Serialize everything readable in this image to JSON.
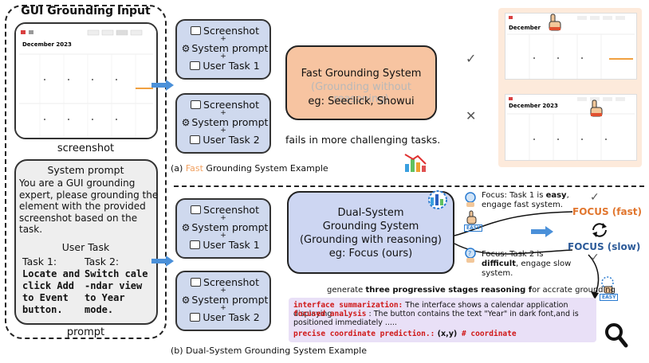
{
  "left_panel": {
    "title": "GUI Grounding Input",
    "screenshot_caption": "screenshot",
    "prompt_caption": "prompt",
    "system_prompt_title": "System prompt",
    "system_prompt_text": "You are a GUI grounding expert, please grounding the element with the provided screenshot based on the task.",
    "user_task_title": "User Task",
    "task1_header": "Task 1:",
    "task1_body": "Locate and click Add to Event button.",
    "task2_header": "Task 2:",
    "task2_body": "Switch cale -ndar view to Year mode.",
    "mini_calendar_title": "December 2023"
  },
  "input_cards": [
    {
      "line1": "Screenshot",
      "line2": "System prompt",
      "line3": "User Task 1"
    },
    {
      "line1": "Screenshot",
      "line2": "System prompt",
      "line3": "User Task 2"
    },
    {
      "line1": "Screenshot",
      "line2": "System prompt",
      "line3": "User Task 1"
    },
    {
      "line1": "Screenshot",
      "line2": "System prompt",
      "line3": "User Task 2"
    }
  ],
  "plus": "+",
  "fast": {
    "title": "Fast Grounding System",
    "subtitle": "(Grounding without reasoning)",
    "example": "eg: Seeclick, Showui",
    "fails": "fails in more challenging tasks.",
    "caption_prefix": "(a) ",
    "caption_highlight": "Fast",
    "caption_rest": " Grounding System Example",
    "check": "✓",
    "cross": "✕"
  },
  "dual": {
    "line1": "Dual-System",
    "line2": "Grounding System",
    "line3": "(Grounding with reasoning)",
    "line4": "eg: Focus (ours)",
    "caption": "(b) Dual-System Grounding System Example",
    "focus_fast": "FOCUS (fast)",
    "focus_slow": "FOCUS (slow)",
    "easy_badge": "EASY",
    "note1_prefix": "Focus: Task 1 is ",
    "note1_bold": "easy",
    "note1_rest": ", engage fast system.",
    "note2_prefix": "Focus: Task 2 is ",
    "note2_bold": "difficult",
    "note2_rest": ", engage slow system.",
    "generate_prefix": "generate ",
    "generate_bold": "three progressive stages reasoning f",
    "generate_rest": "or accrate grounding"
  },
  "reasoning": {
    "l1_label": "interface summarization:",
    "l1_text": " The interface shows a calendar application displaying ......",
    "l2_label": "focused analysis",
    "l2_text": " : The button contains the text \"Year\" in dark font,and is positioned immediately .....",
    "l3_label": "precise coordinate prediction.:",
    "l3_text": " (x,y)",
    "l3_comment": "  # coordinate"
  },
  "right_shots": {
    "title1": "December",
    "title2": "December 2023"
  },
  "colors": {
    "fast_box": "#f7c4a1",
    "dual_box": "#cdd6f2",
    "card": "#cfd9ee",
    "focus_fast": "#e1762e",
    "focus_slow": "#2d5b99",
    "arrow": "#4a90d9",
    "reason_bg": "#e9e0f7"
  }
}
